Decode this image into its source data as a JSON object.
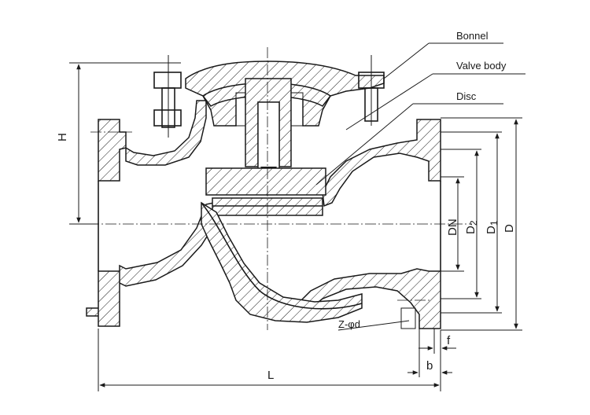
{
  "labels": {
    "bonnel": "Bonnel",
    "valve_body": "Valve body",
    "disc": "Disc"
  },
  "dimensions": {
    "H": "H",
    "L": "L",
    "DN": "DN",
    "D2": "D",
    "D2_sub": "2",
    "D1": "D",
    "D1_sub": "1",
    "D": "D",
    "b": "b",
    "f": "f",
    "bolt_holes": "Z-φd"
  },
  "colors": {
    "line": "#1a1a1a",
    "background": "#ffffff"
  }
}
